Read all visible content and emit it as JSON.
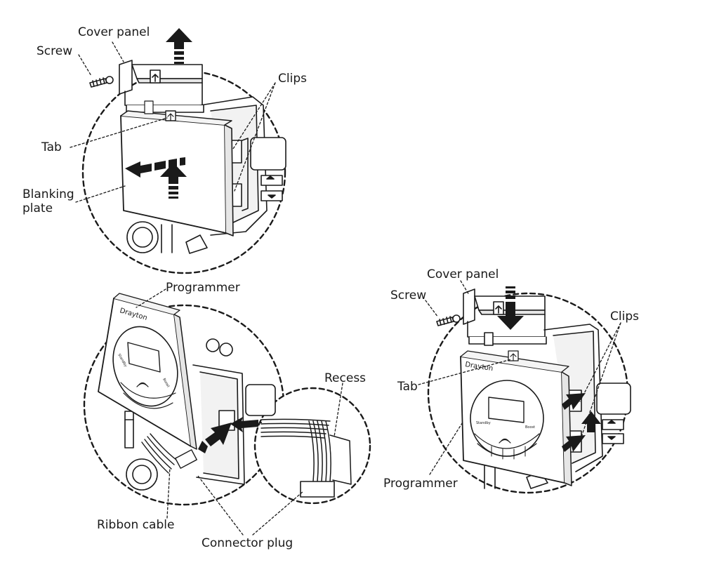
{
  "brand": "Drayton",
  "programmer_small_text": {
    "left": "Standby",
    "right": "Boost"
  },
  "panels": [
    {
      "id": "remove-blanking-plate",
      "labels": {
        "cover_panel": "Cover panel",
        "screw": "Screw",
        "clips": "Clips",
        "tab": "Tab",
        "blanking_plate": "Blanking\nplate"
      }
    },
    {
      "id": "connect-programmer",
      "labels": {
        "programmer": "Programmer",
        "recess": "Recess",
        "ribbon_cable": "Ribbon cable",
        "connector_plug": "Connector plug"
      }
    },
    {
      "id": "fit-programmer",
      "labels": {
        "cover_panel": "Cover panel",
        "screw": "Screw",
        "clips": "Clips",
        "tab": "Tab",
        "programmer": "Programmer"
      }
    }
  ],
  "colors": {
    "line": "#1a1a1a",
    "arrow": "#1a1a1a",
    "fill": "#ffffff",
    "shade": "#d9d9d9"
  }
}
